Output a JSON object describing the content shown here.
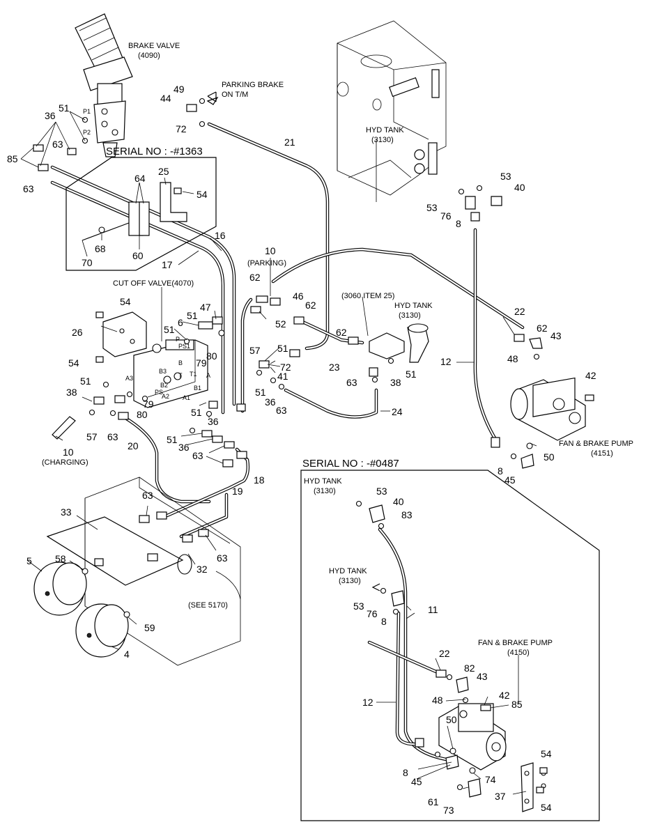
{
  "captions": {
    "brake_valve": [
      "BRAKE VALVE",
      "(4090)"
    ],
    "parking_brake": [
      "PARKING BRAKE",
      "ON T/M"
    ],
    "hyd_tank_main": [
      "HYD TANK",
      "(3130)"
    ],
    "cut_off_valve": "CUT OFF VALVE(4070)",
    "item_3060": "(3060 ITEM 25)",
    "hyd_tank_small": [
      "HYD TANK",
      "(3130)"
    ],
    "fan_brake_pump_main": [
      "FAN & BRAKE PUMP",
      "(4151)"
    ],
    "charging": "(CHARGING)",
    "parking": "(PARKING)",
    "see_5170": "(SEE 5170)",
    "hyd_tank_inset_top": [
      "HYD TANK",
      "(3130)"
    ],
    "hyd_tank_inset_mid": [
      "HYD TANK",
      "(3130)"
    ],
    "fan_brake_pump_inset": [
      "FAN & BRAKE PUMP",
      "(4150)"
    ]
  },
  "serials": {
    "upper": "SERIAL NO : -#1363",
    "lower": "SERIAL NO : -#0487"
  },
  "port_labels": {
    "p1": "P1",
    "p2": "P2",
    "p": "P",
    "ps1": "PS1",
    "ps": "PS",
    "a3": "A3",
    "b3": "B3",
    "b": "B",
    "t": "T",
    "t1": "T1",
    "b2": "B2",
    "a2": "A2",
    "a1": "A1",
    "b1": "B1",
    "a": "A"
  },
  "part_numbers": {
    "n51a": "51",
    "n36a": "36",
    "n85a": "85",
    "n63a": "63",
    "n63b": "63",
    "n44": "44",
    "n49": "49",
    "n72a": "72",
    "n21": "21",
    "n64": "64",
    "n25": "25",
    "n54a": "54",
    "n68": "68",
    "n70": "70",
    "n60": "60",
    "n16": "16",
    "n17": "17",
    "n10a": "10",
    "n62a": "62",
    "n46": "46",
    "n62b": "62",
    "n54b": "54",
    "n26": "26",
    "n54c": "54",
    "n47": "47",
    "n51b": "51",
    "n6": "6",
    "n51c": "51",
    "n52": "52",
    "n79a": "79",
    "n80a": "80",
    "n57a": "57",
    "n51d": "51",
    "n72b": "72",
    "n41": "41",
    "n23": "23",
    "n62c": "62",
    "n51e": "51",
    "n38a": "38",
    "n63c": "63",
    "n51f": "51",
    "n36b": "36",
    "n63d": "63",
    "n24": "24",
    "n53a": "53",
    "n40a": "40",
    "n53b": "53",
    "n76a": "76",
    "n8a": "8",
    "n22a": "22",
    "n62d": "62",
    "n43a": "43",
    "n48a": "48",
    "n42a": "42",
    "n12a": "12",
    "n50a": "50",
    "n8b": "8",
    "n45a": "45",
    "n51g": "51",
    "n38b": "38",
    "n79b": "79",
    "n80b": "80",
    "n10b": "10",
    "n57b": "57",
    "n63e": "63",
    "n51h": "51",
    "n36c": "36",
    "n51i": "51",
    "n36d": "36",
    "n63f": "63",
    "n20": "20",
    "n18": "18",
    "n19": "19",
    "n63g": "63",
    "n33": "33",
    "n5": "5",
    "n58": "58",
    "n63h": "63",
    "n32": "32",
    "n59": "59",
    "n4": "4",
    "n53c": "53",
    "n40b": "40",
    "n83": "83",
    "n53d": "53",
    "n76b": "76",
    "n11": "11",
    "n8c": "8",
    "n22b": "22",
    "n82": "82",
    "n43b": "43",
    "n48b": "48",
    "n42b": "42",
    "n85b": "85",
    "n12b": "12",
    "n50b": "50",
    "n8d": "8",
    "n45b": "45",
    "n74": "74",
    "n61": "61",
    "n73": "73",
    "n37": "37",
    "n54d": "54",
    "n54e": "54"
  }
}
